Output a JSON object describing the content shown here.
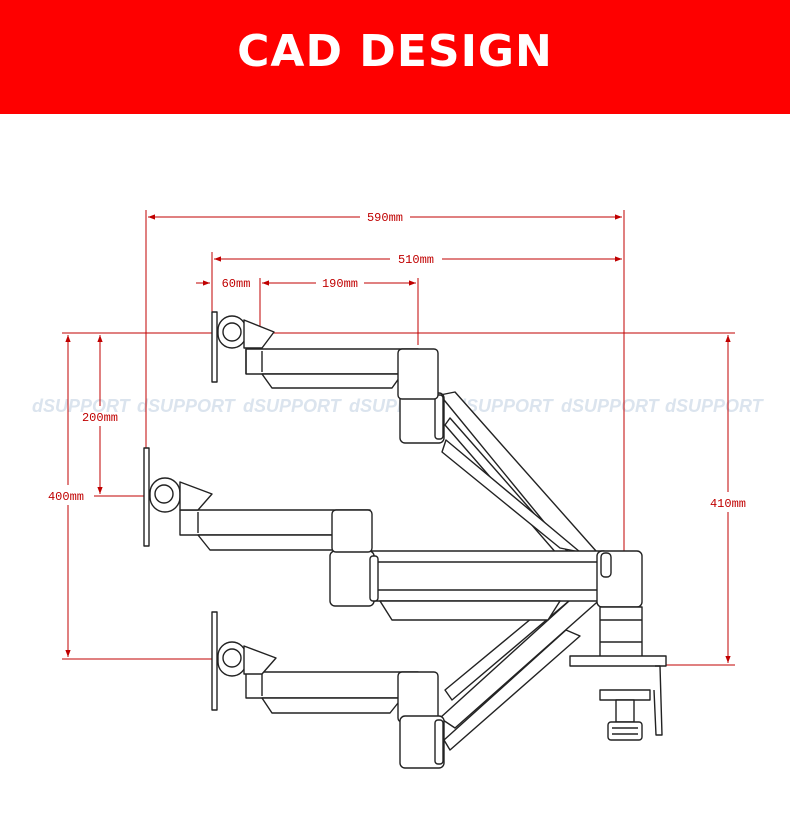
{
  "header": {
    "title": "CAD DESIGN"
  },
  "dimensions": {
    "overall_reach": "590mm",
    "arm_reach": "510mm",
    "tilt_offset": "60mm",
    "upper_arm": "190mm",
    "half_height": "200mm",
    "height_range": "400mm",
    "max_height": "410mm"
  },
  "watermark": "dSUPPORT",
  "colors": {
    "banner": "#fe0000",
    "dimension": "#c00000",
    "line": "#222222"
  }
}
